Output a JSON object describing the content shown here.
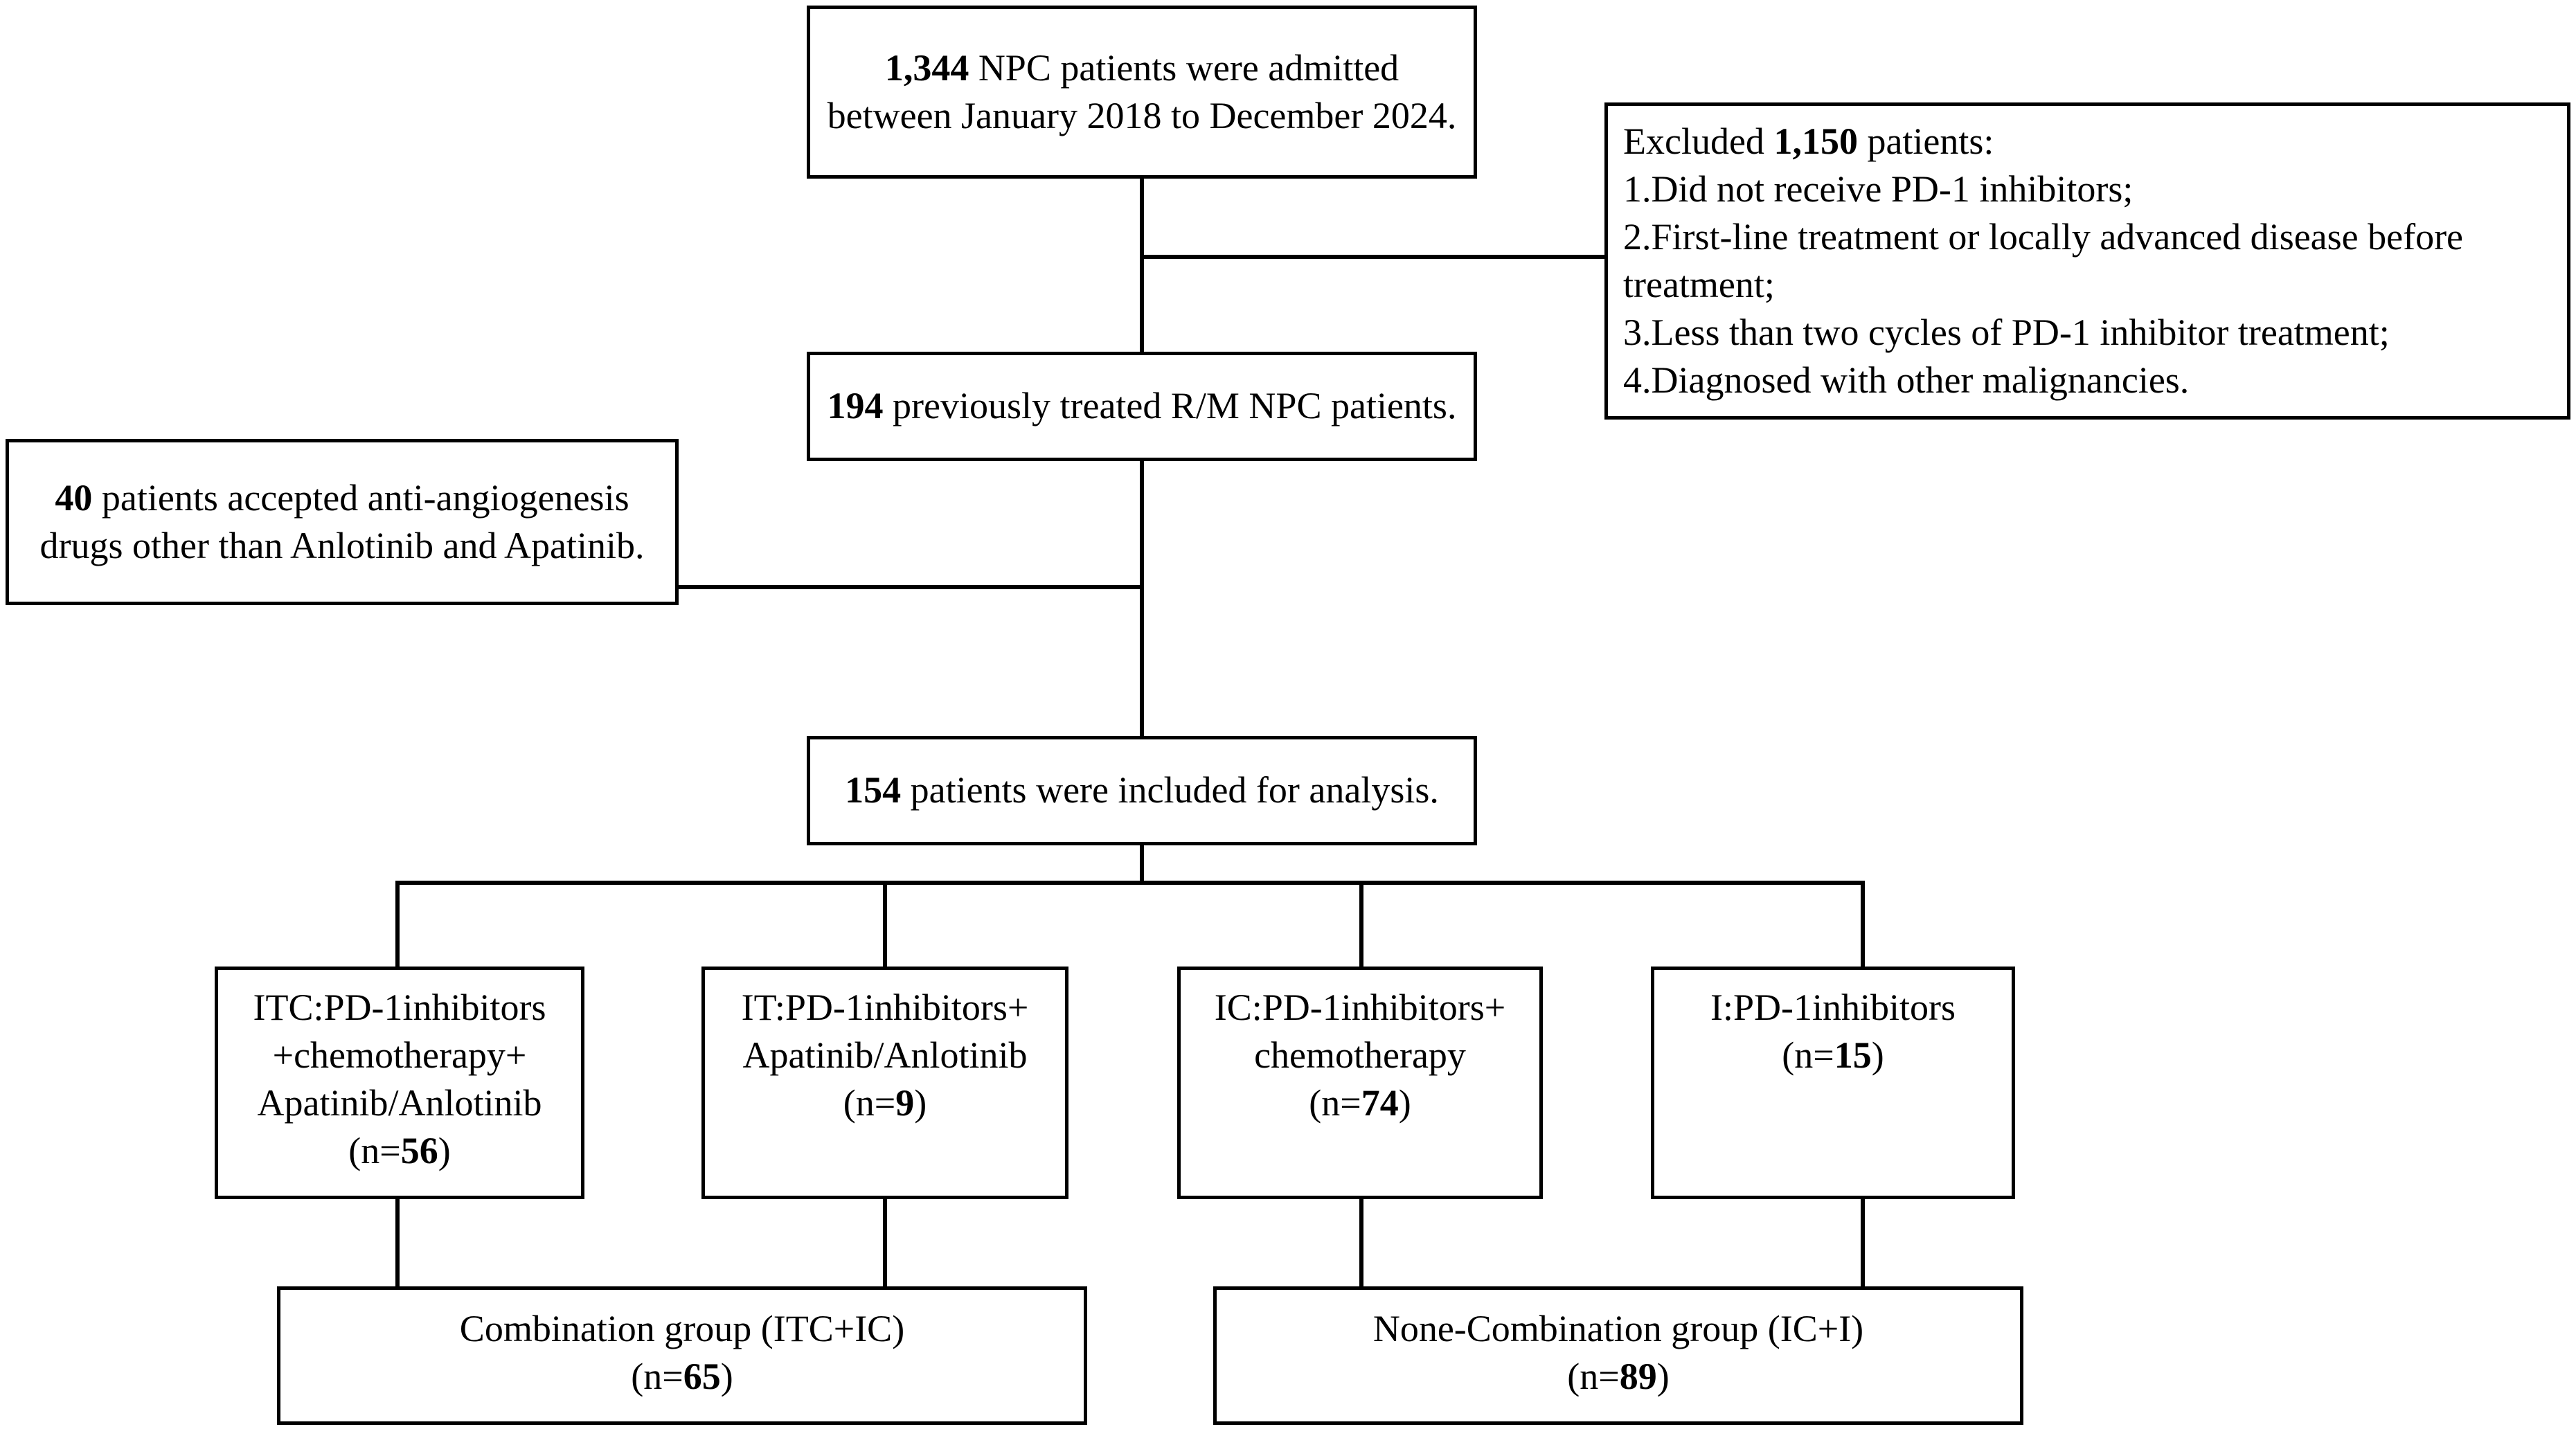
{
  "diagram": {
    "title": "Patient selection flow diagram",
    "line_color": "#000000",
    "box_border_color": "#000000",
    "background_color": "#ffffff"
  },
  "nodes": {
    "admitted": {
      "line1_bold": "1,344",
      "line1_rest": " NPC patients were admitted",
      "line2": "between January 2018 to December",
      "line3": "2024."
    },
    "excluded": {
      "head_pre": "Excluded ",
      "head_bold": "1,150",
      "head_post": " patients:",
      "item1": "1.Did not receive PD-1 inhibitors;",
      "item2": "2.First-line treatment or locally advanced disease before",
      "item2_cont": "treatment;",
      "item3": "3.Less than two cycles of PD-1 inhibitor treatment;",
      "item4": "4.Diagnosed with other malignancies."
    },
    "previously_treated": {
      "line1_bold": "194",
      "line1_rest": " previously treated R/M NPC",
      "line2": "patients."
    },
    "anti_angiogenesis": {
      "line1_bold": "40",
      "line1_rest": " patients accepted anti-angiogenesis",
      "line2": "drugs other than Anlotinib and",
      "line3": "Apatinib."
    },
    "included": {
      "line1_bold": "154",
      "line1_rest": " patients were included for",
      "line2": "analysis."
    },
    "group_itc": {
      "line1": "ITC:PD-1inhibitors",
      "line2": "+chemotherapy+",
      "line3": "Apatinib/Anlotinib",
      "n_pre": "(n=",
      "n_bold": "56",
      "n_post": ")"
    },
    "group_it": {
      "line1": "IT:PD-1inhibitors+",
      "line2": "Apatinib/Anlotinib",
      "n_pre": "(n=",
      "n_bold": "9",
      "n_post": ")"
    },
    "group_ic": {
      "line1": "IC:PD-1inhibitors+",
      "line2": "chemotherapy",
      "n_pre": "(n=",
      "n_bold": "74",
      "n_post": ")"
    },
    "group_i": {
      "line1": "I:PD-1inhibitors",
      "n_pre": "(n=",
      "n_bold": "15",
      "n_post": ")"
    },
    "combination": {
      "line1": "Combination group (ITC+IC)",
      "n_pre": "(n=",
      "n_bold": "65",
      "n_post": ")"
    },
    "none_combination": {
      "line1": "None-Combination group (IC+I)",
      "n_pre": "(n=",
      "n_bold": "89",
      "n_post": ")"
    }
  },
  "chart_data": {
    "type": "diagram",
    "title": "CONSORT-style patient selection flowchart",
    "counts": {
      "admitted": 1344,
      "excluded": 1150,
      "previously_treated": 194,
      "excluded_other_antiangiogenesis": 40,
      "included_for_analysis": 154,
      "ITC": 56,
      "IT": 9,
      "IC": 74,
      "I": 15,
      "combination_group": 65,
      "none_combination_group": 89
    },
    "exclusion_reasons": [
      "Did not receive PD-1 inhibitors",
      "First-line treatment or locally advanced disease before treatment",
      "Less than two cycles of PD-1 inhibitor treatment",
      "Diagnosed with other malignancies"
    ],
    "date_range": "January 2018 to December 2024"
  }
}
